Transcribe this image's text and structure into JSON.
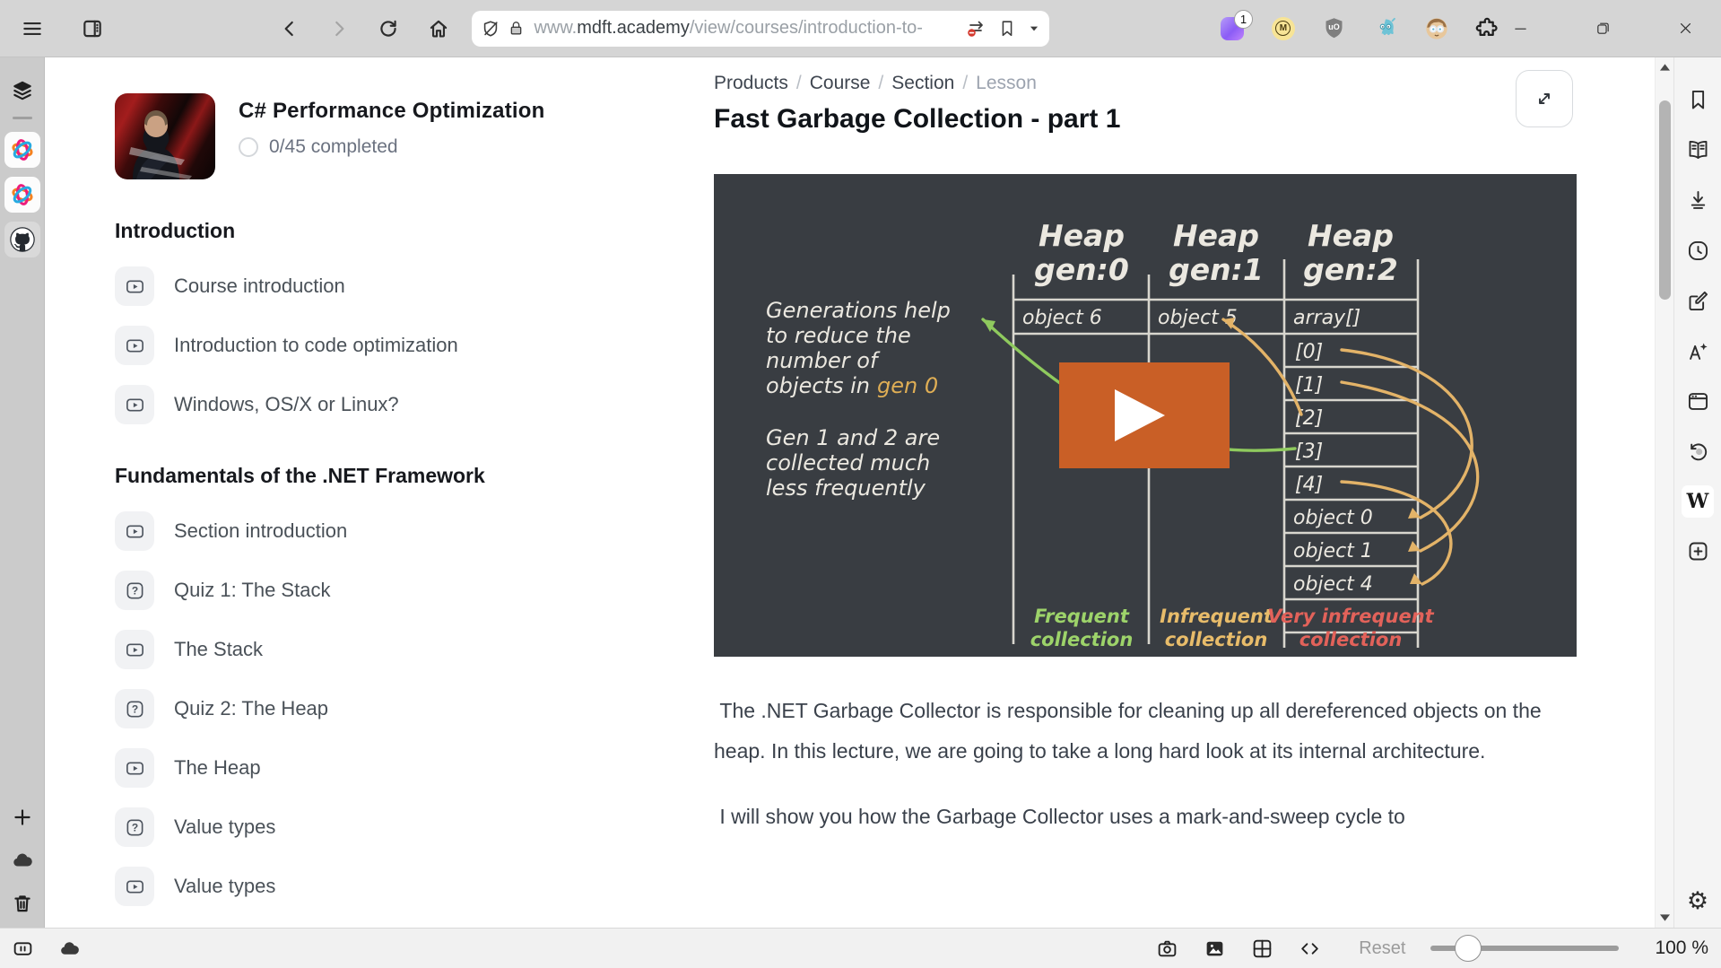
{
  "theme": {
    "play_button": "#c95f26",
    "chalk_white": "#ebe8e0",
    "chalk_green": "#8fca5e",
    "chalk_orange": "#e3b368",
    "chalk_red": "#e2625a"
  },
  "browser": {
    "address_bar": {
      "url_prefix": "www.",
      "url_host": "mdft.academy",
      "url_path": "/view/courses/introduction-to-"
    },
    "extensions": {
      "badge": "1",
      "m_letter": "M",
      "ubo_letters": "uO"
    }
  },
  "right_panel": {
    "wikipedia_label": "W",
    "gear_glyph": "⚙"
  },
  "icons": {
    "quiz_glyph": "?"
  },
  "status_bar": {
    "reset_label": "Reset",
    "zoom_value": "100 %"
  },
  "course_sidebar": {
    "title": "C# Performance Optimization",
    "progress_label": "0/45 completed",
    "sections": [
      {
        "title": "Introduction",
        "items": [
          {
            "label": "Course introduction",
            "type": "video"
          },
          {
            "label": "Introduction to code optimization",
            "type": "video"
          },
          {
            "label": "Windows, OS/X or Linux?",
            "type": "video"
          }
        ]
      },
      {
        "title": "Fundamentals of the .NET Framework",
        "items": [
          {
            "label": "Section introduction",
            "type": "video"
          },
          {
            "label": "Quiz 1: The Stack",
            "type": "quiz"
          },
          {
            "label": "The Stack",
            "type": "video"
          },
          {
            "label": "Quiz 2: The Heap",
            "type": "quiz"
          },
          {
            "label": "The Heap",
            "type": "video"
          },
          {
            "label": "Value types",
            "type": "quiz"
          },
          {
            "label": "Value types",
            "type": "video"
          }
        ]
      }
    ]
  },
  "lesson": {
    "breadcrumb": {
      "items": [
        "Products",
        "Course",
        "Section",
        "Lesson"
      ],
      "separator": "/"
    },
    "title": "Fast Garbage Collection - part 1",
    "paragraph_1": " The .NET Garbage Collector is responsible for cleaning up all dereferenced objects on the heap. In this lecture, we are going to take a long hard look at its internal architecture.",
    "paragraph_2": " I will show you how the Garbage Collector uses a mark-and-sweep cycle to"
  },
  "video": {
    "chalkboard": {
      "highlight_color": "#dfae55",
      "col_headers": [
        {
          "line1": "Heap",
          "line2": "gen:0"
        },
        {
          "line1": "Heap",
          "line2": "gen:1"
        },
        {
          "line1": "Heap",
          "line2": "gen:2"
        }
      ],
      "note_1_lines": [
        "Generations help",
        "to reduce the",
        "number of",
        "objects in"
      ],
      "note_1_highlight": "gen 0",
      "note_2_lines": [
        "Gen 1 and 2 are",
        "collected much",
        "less frequently"
      ],
      "gen0_cell": "object 6",
      "gen1_cell": "object 5",
      "gen2_cells": [
        "array[]",
        "[0]",
        "[1]",
        "[2]",
        "[3]",
        "[4]",
        "object 0",
        "object 1",
        "object 4"
      ],
      "footers": [
        {
          "line1": "Frequent",
          "line2": "collection",
          "color": "#9dd36a"
        },
        {
          "line1": "Infrequent",
          "line2": "collection",
          "color": "#e8bc6a"
        },
        {
          "line1": "Very infrequent",
          "line2": "collection",
          "color": "#e2625a"
        }
      ]
    }
  }
}
